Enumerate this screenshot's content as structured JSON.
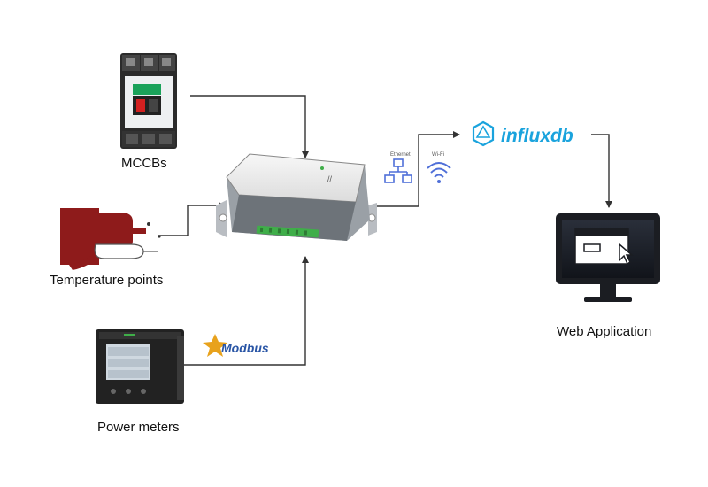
{
  "colors": {
    "line": "#333333",
    "influx": "#1aa3dd",
    "network": "#4f6fd8",
    "terminal": "#3fae49",
    "thermo_red": "#8e1b1b",
    "modbus_text": "#2a56a6",
    "modbus_star": "#e8a21c"
  },
  "nodes": {
    "mccbs": {
      "label": "MCCBs",
      "icon": "breaker-icon"
    },
    "temperature": {
      "label": "Temperature points",
      "icon": "thermocouple-icon"
    },
    "power_meters": {
      "label": "Power meters",
      "icon": "power-meter-icon"
    },
    "gateway": {
      "icon": "gateway-device-icon"
    },
    "influxdb": {
      "label": "influxdb",
      "icon": "influxdb-logo-icon"
    },
    "web_app": {
      "label": "Web Application",
      "icon": "monitor-icon"
    }
  },
  "connections": {
    "ethernet": {
      "label": "Ethernet",
      "icon": "ethernet-network-icon"
    },
    "wifi": {
      "label": "Wi-Fi",
      "icon": "wifi-icon"
    },
    "modbus": {
      "label": "Modbus",
      "icon": "modbus-logo-icon"
    }
  }
}
